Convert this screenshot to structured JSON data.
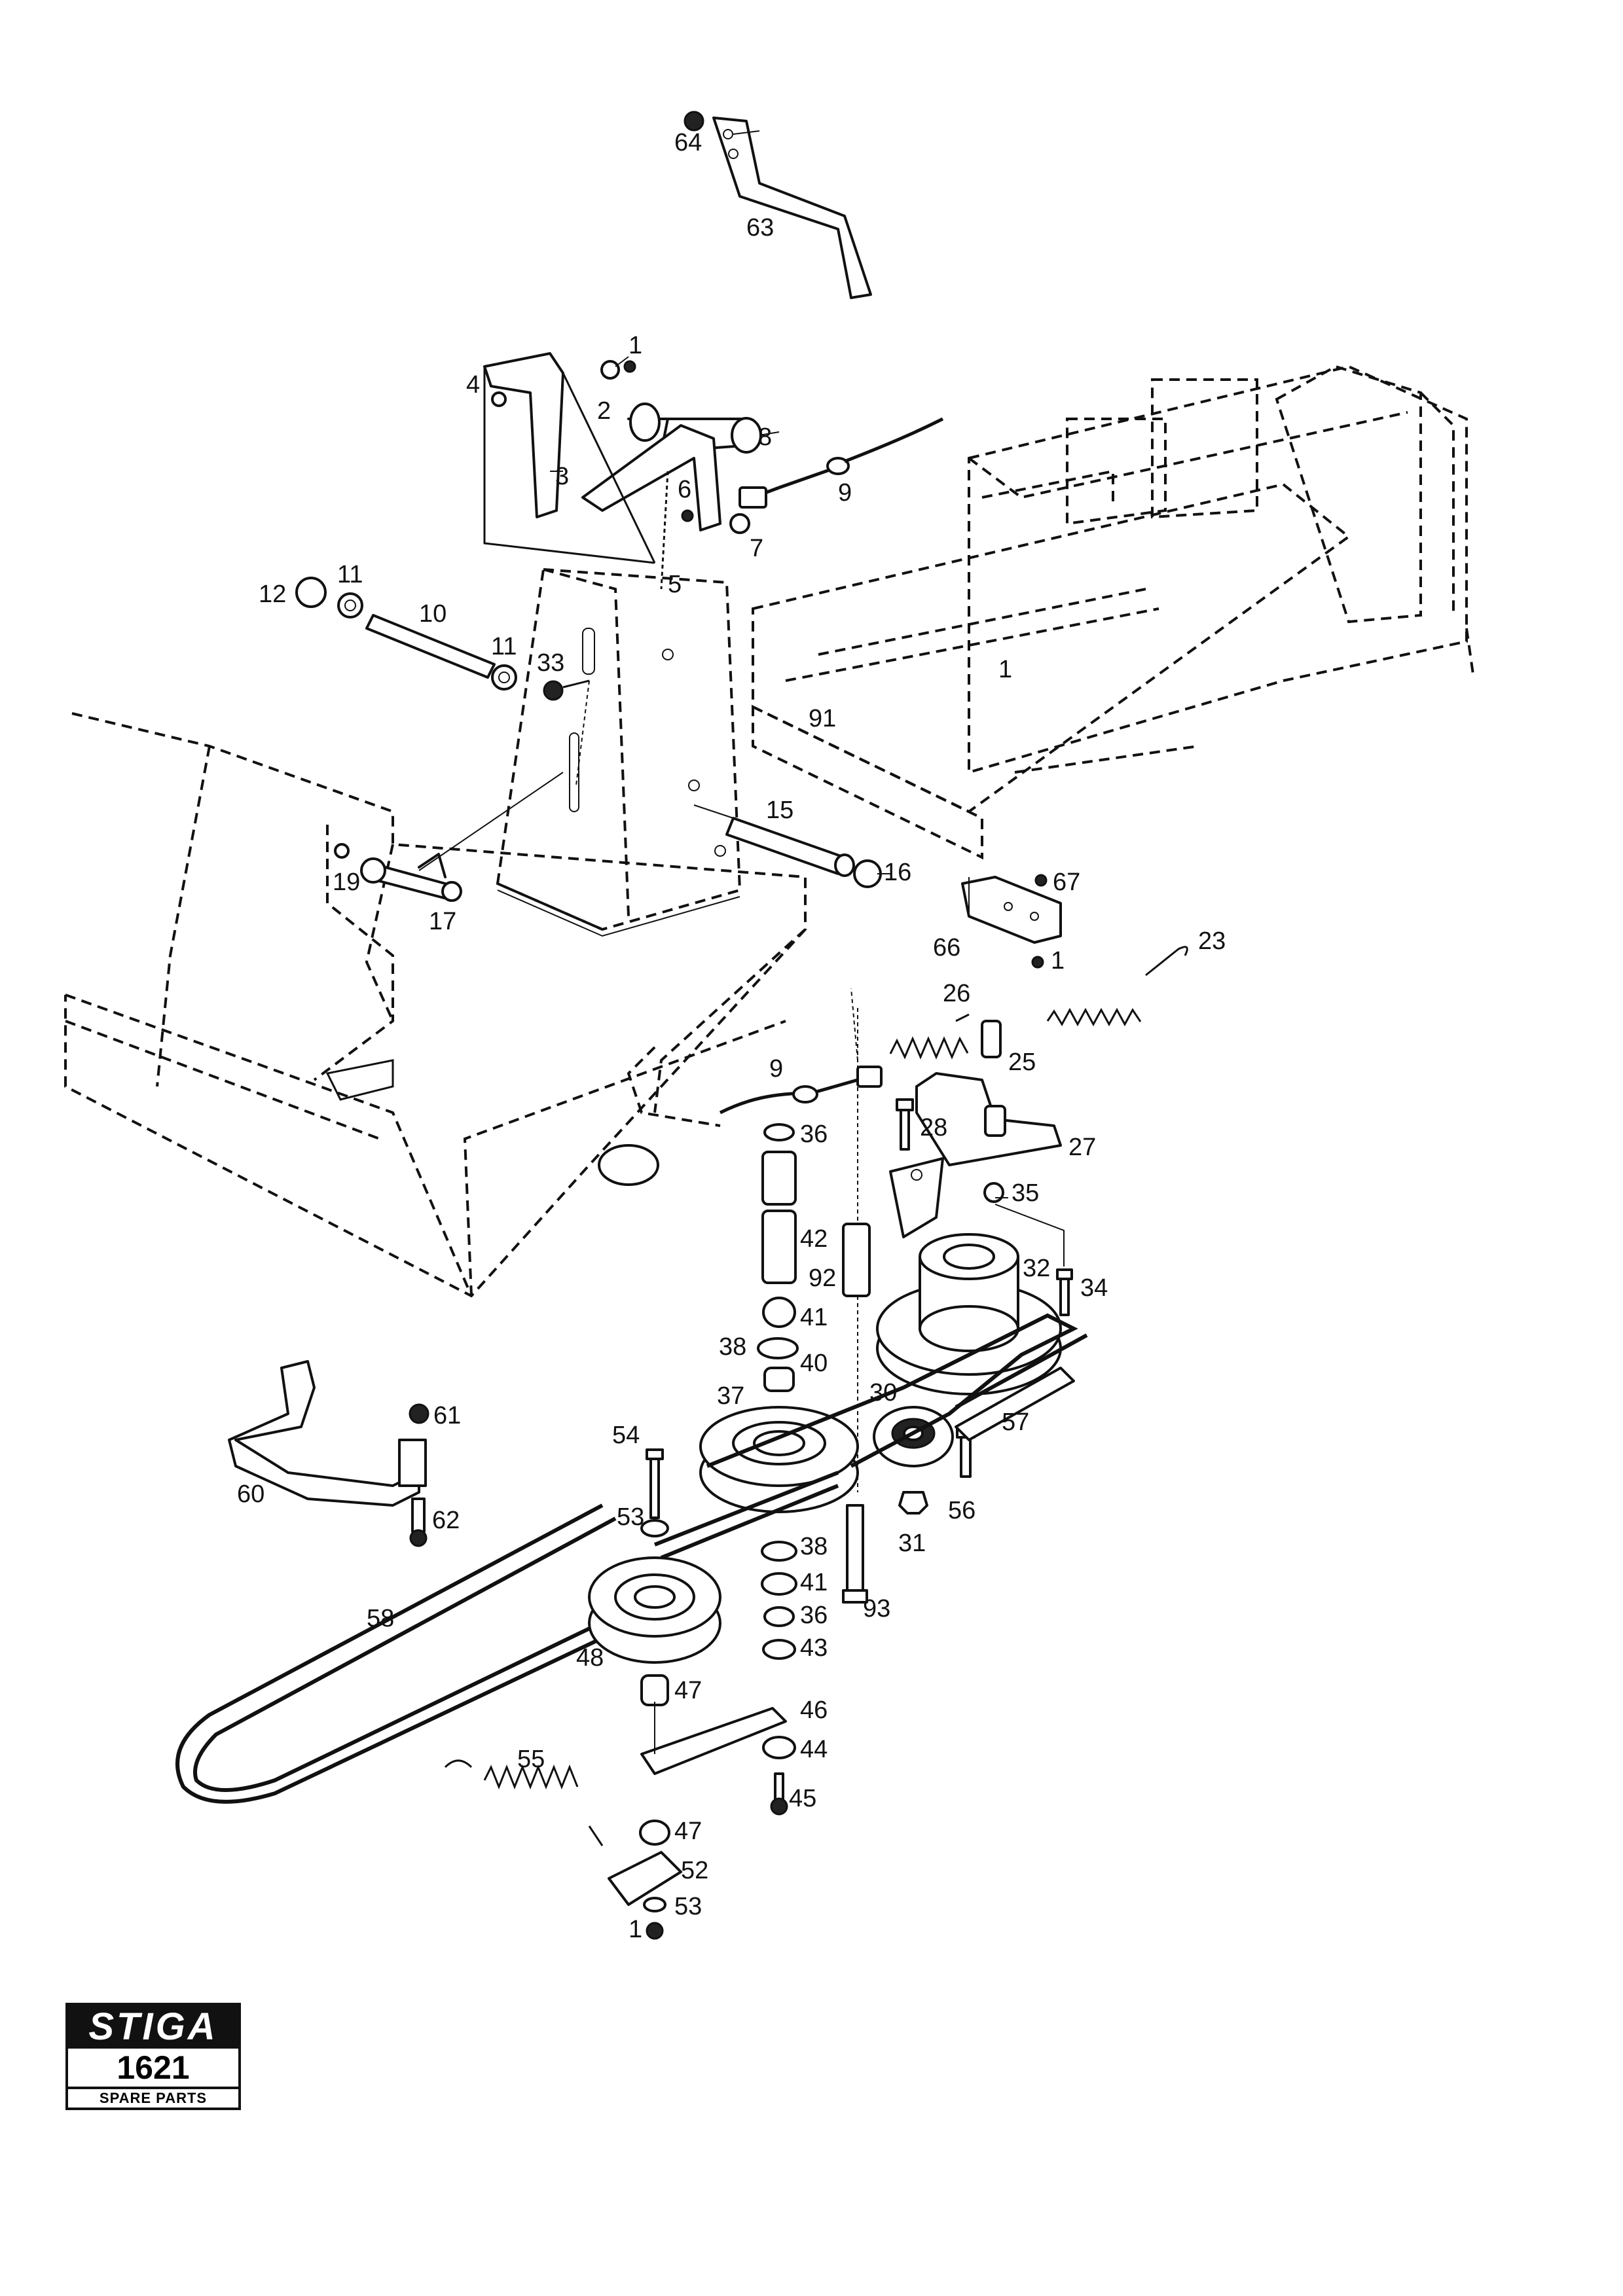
{
  "brand": {
    "logo": "STIGA",
    "model": "1621",
    "caption": "SPARE PARTS"
  },
  "callouts": [
    "64",
    "63",
    "1",
    "4",
    "2",
    "8",
    "3",
    "6",
    "9",
    "7",
    "12",
    "11",
    "10",
    "11",
    "33",
    "5",
    "1",
    "91",
    "15",
    "19",
    "17",
    "16",
    "67",
    "66",
    "1",
    "23",
    "26",
    "25",
    "9",
    "36",
    "28",
    "27",
    "35",
    "42",
    "92",
    "32",
    "34",
    "41",
    "38",
    "40",
    "37",
    "30",
    "57",
    "61",
    "54",
    "60",
    "53",
    "62",
    "56",
    "31",
    "38",
    "93",
    "41",
    "58",
    "36",
    "43",
    "48",
    "47",
    "46",
    "44",
    "45",
    "55",
    "47",
    "52",
    "53",
    "1"
  ]
}
